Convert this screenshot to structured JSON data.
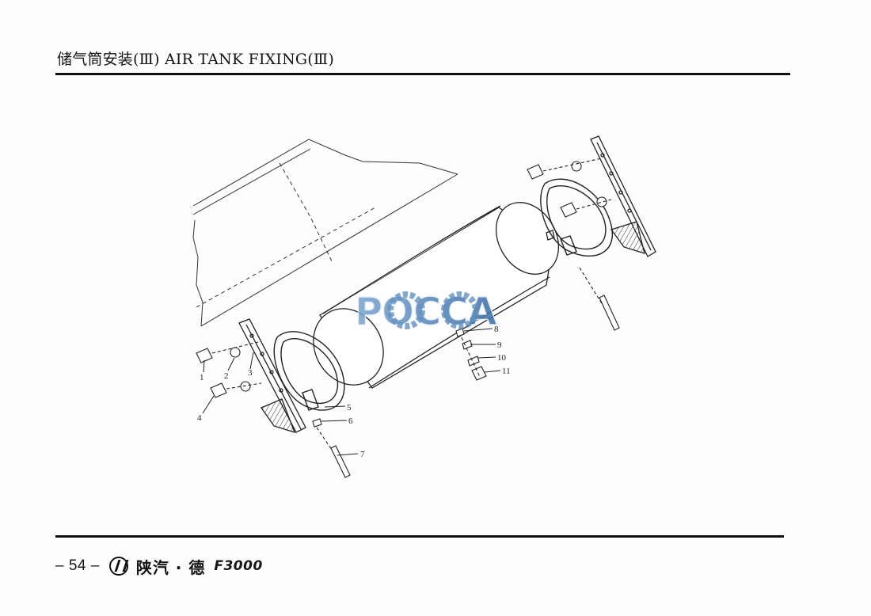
{
  "page": {
    "title": "储气筒安装(Ⅲ) AIR TANK FIXING(Ⅲ)",
    "footer": {
      "page_number": "– 54 –",
      "brand": "陕汽 · 德",
      "model": "F3000"
    }
  },
  "watermark": {
    "text": "POCCA",
    "color": "#4f83b8"
  },
  "diagram": {
    "callouts": [
      "1",
      "2",
      "3",
      "4",
      "5",
      "6",
      "7",
      "8",
      "9",
      "10",
      "11"
    ],
    "line_color": "#222222"
  }
}
